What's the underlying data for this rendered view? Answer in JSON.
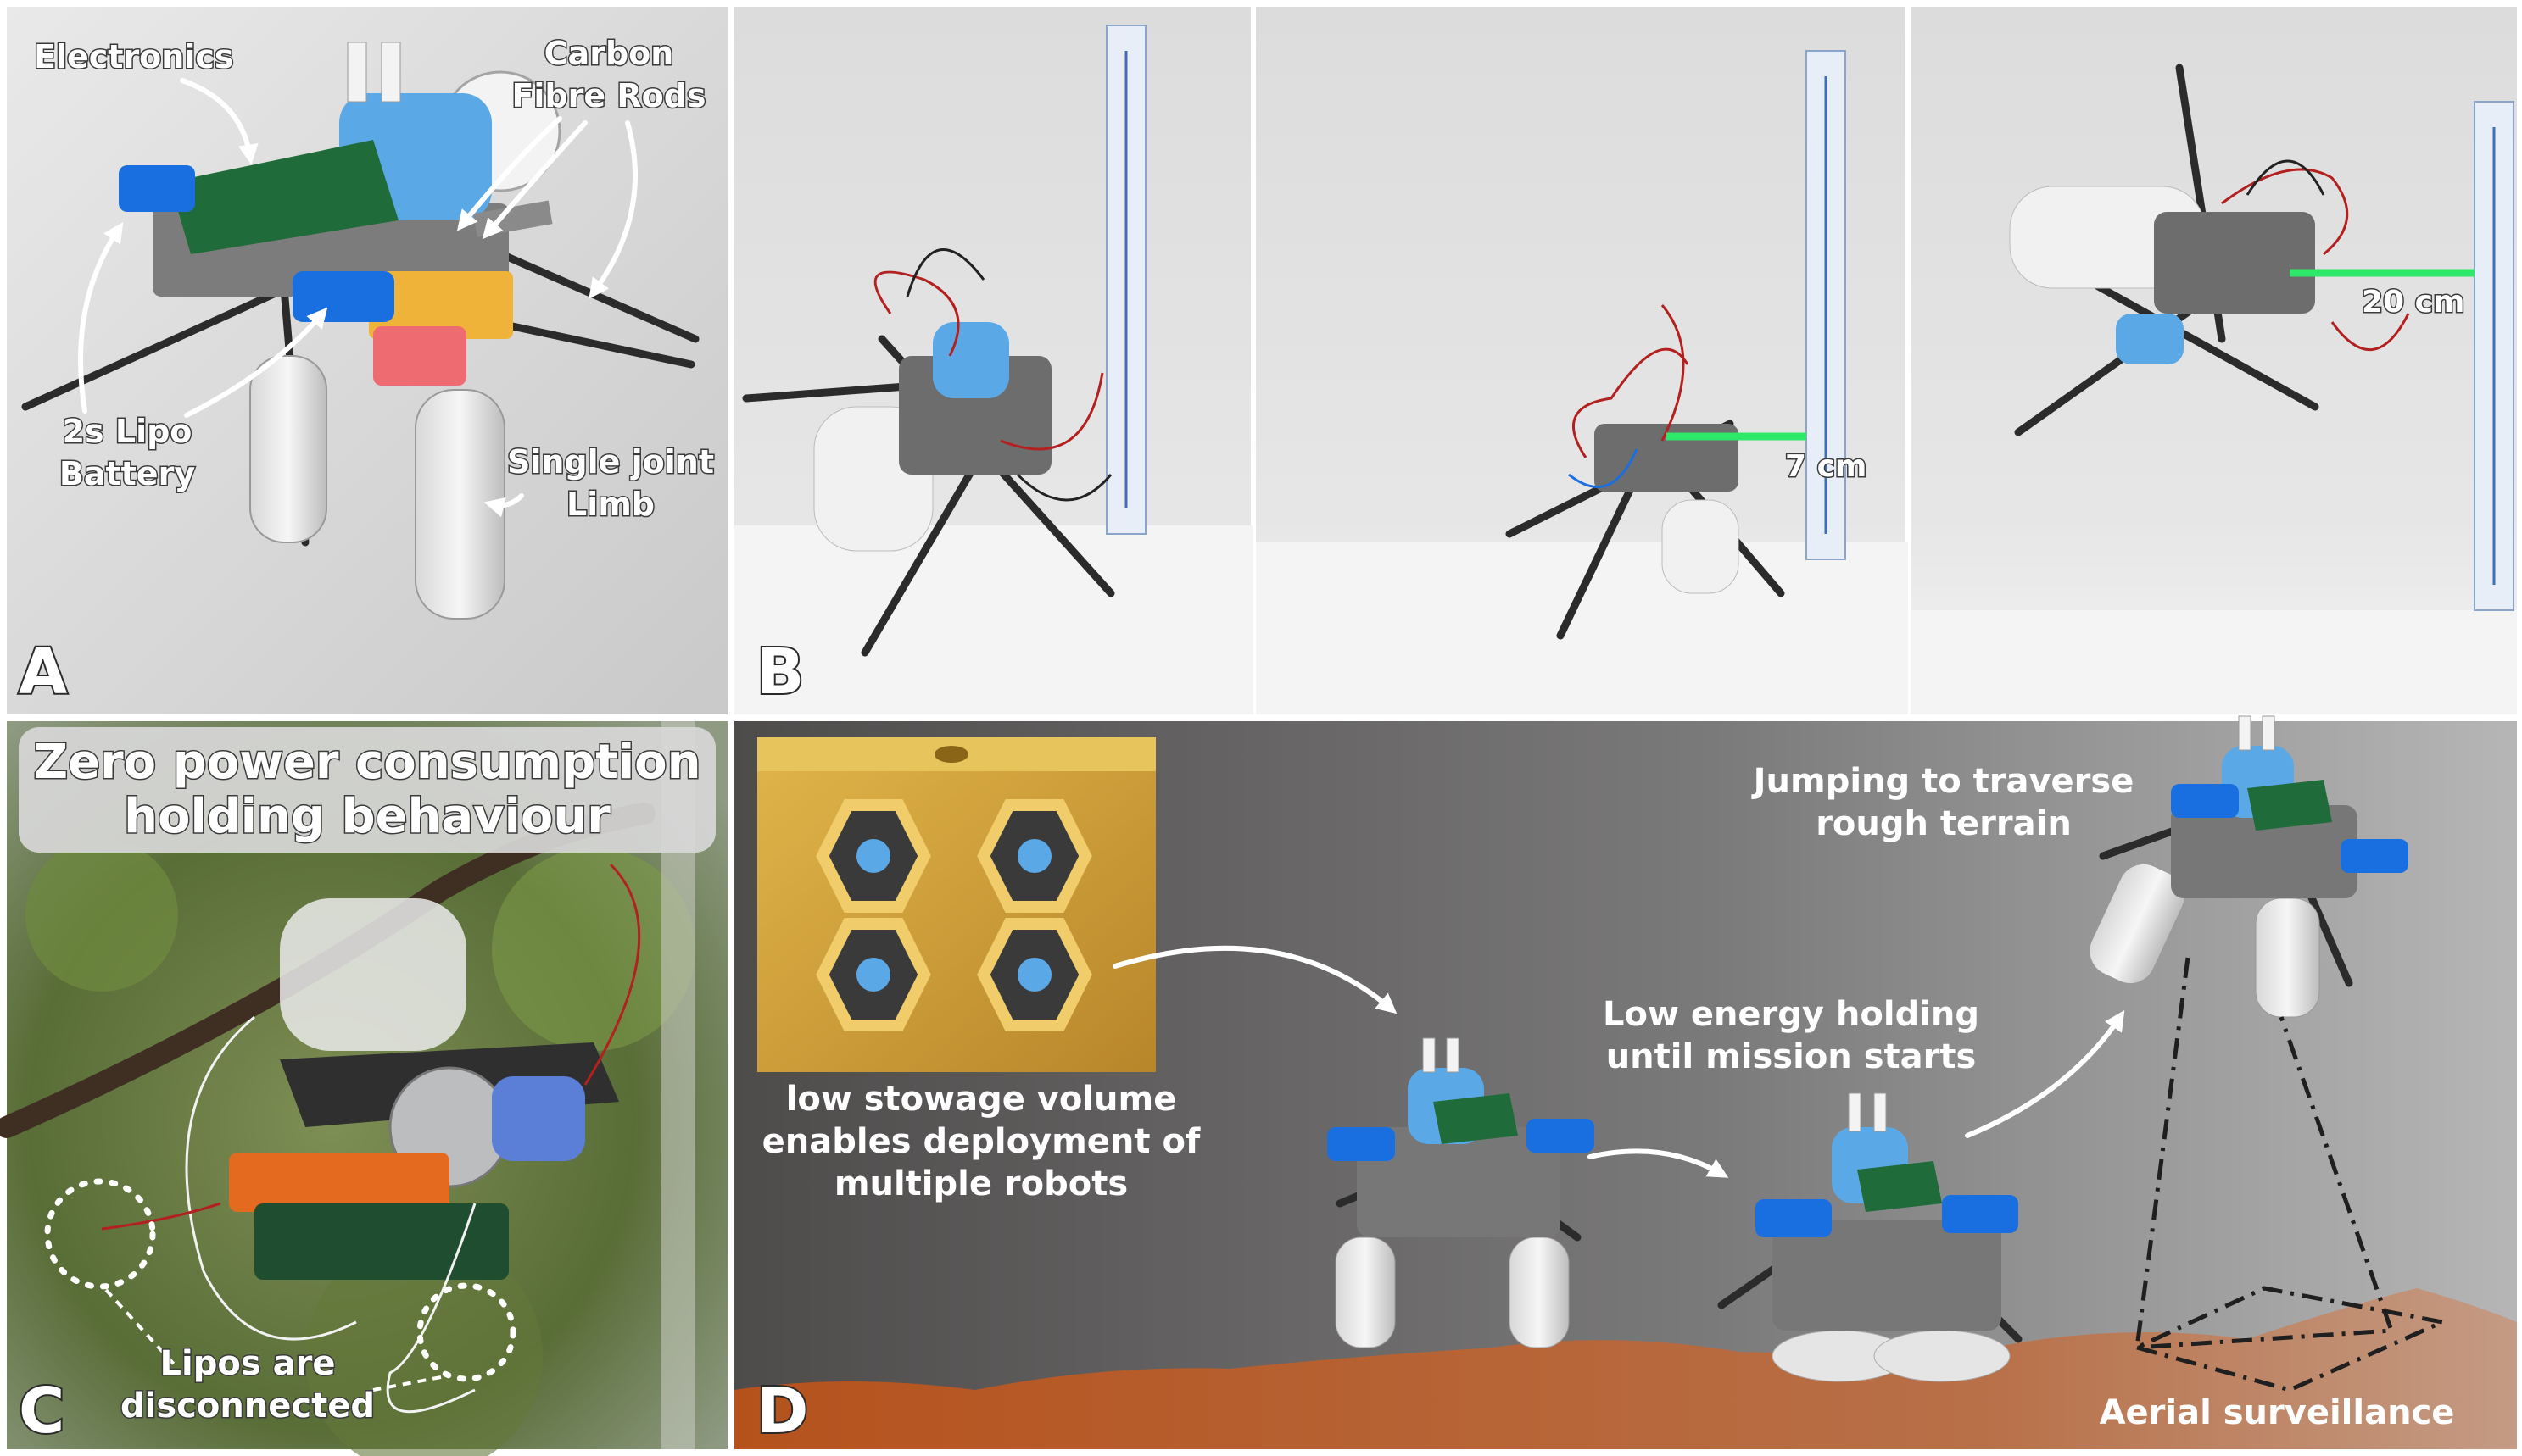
{
  "panels": {
    "a": {
      "letter": "A",
      "labels": {
        "electronics": "Electronics",
        "carbon_line1": "Carbon",
        "carbon_line2": "Fibre Rods",
        "lipo_line1": "2s Lipo",
        "lipo_line2": "Battery",
        "limb_line1": "Single joint",
        "limb_line2": "Limb"
      }
    },
    "b": {
      "letter": "B",
      "heights": [
        "7 cm",
        "20 cm"
      ]
    },
    "c": {
      "letter": "C",
      "banner_line1": "Zero power consumption",
      "banner_line2": "holding behaviour",
      "note_line1": "Lipos are",
      "note_line2": "disconnected"
    },
    "d": {
      "letter": "D",
      "stowage_line1": "low stowage volume",
      "stowage_line2": "enables deployment of",
      "stowage_line3": "multiple robots",
      "holding_line1": "Low energy holding",
      "holding_line2": "until mission starts",
      "jumping_line1": "Jumping to traverse",
      "jumping_line2": "rough terrain",
      "surveillance": "Aerial surveillance"
    }
  },
  "colors": {
    "pcb_green": "#1f6b3a",
    "battery_blue": "#1a6fe0",
    "pump_blue": "#5aa9e6",
    "height_marker": "#2ee86a",
    "terrain": "#b5521c"
  }
}
